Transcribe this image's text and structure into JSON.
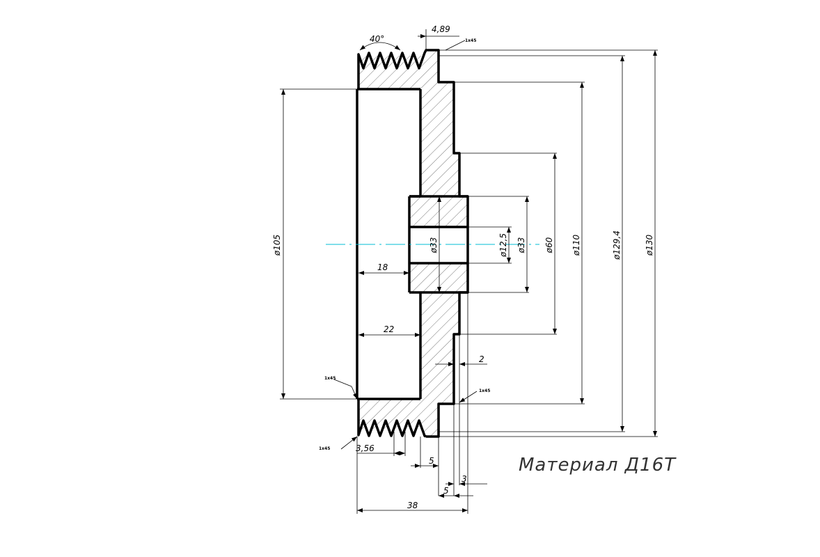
{
  "drawing": {
    "material_label": "Материал  Д16Т",
    "chamfer_note": "1x45",
    "dimensions": {
      "angle": "40°",
      "groove_offset": "4,89",
      "dia_105": "ø105",
      "dia_33_inner": "ø33",
      "dia_12_5": "ø12,5",
      "dia_33_outer": "ø33",
      "dia_60": "ø60",
      "dia_110": "ø110",
      "dia_129_4": "ø129,4",
      "dia_130": "ø130",
      "len_18": "18",
      "len_22": "22",
      "len_2": "2",
      "pitch_3_56": "3,56",
      "len_5_a": "5",
      "len_3": "3",
      "len_5_b": "5",
      "len_38": "38"
    },
    "colors": {
      "outline": "#000000",
      "centerline": "#00bcd4",
      "hatch": "#555555",
      "material_text": "#333333"
    }
  }
}
